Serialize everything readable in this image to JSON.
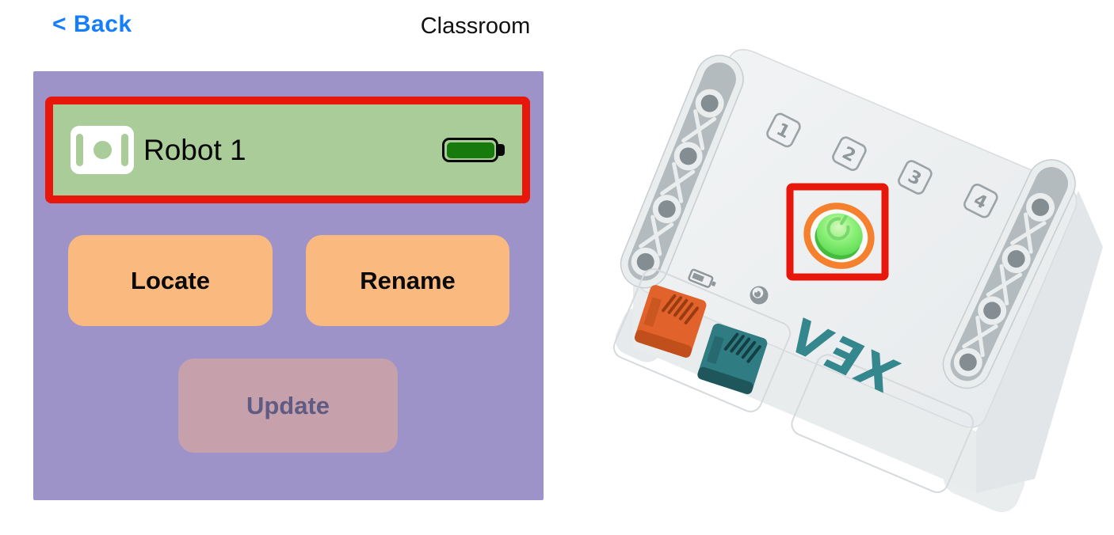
{
  "header": {
    "back_label": "< Back",
    "title": "Classroom"
  },
  "panel": {
    "robot_row": {
      "name": "Robot 1",
      "battery_level": "full",
      "selected_highlight": "red-outline"
    },
    "buttons": [
      {
        "label": "Locate",
        "enabled": true
      },
      {
        "label": "Rename",
        "enabled": true
      },
      {
        "label": "Update",
        "enabled": false
      }
    ]
  },
  "illustration": {
    "port_labels": [
      "1",
      "2",
      "3",
      "4"
    ],
    "logo_text": "VƎX",
    "highlighted_control": "power-button-red-outline"
  },
  "colors": {
    "back_blue": "#147efb",
    "purple_panel": "#9e93c9",
    "green_row": "#a9cc99",
    "highlight_red": "#e8170c",
    "orange_button": "#f9b97f",
    "disabled_button": "#c6a1ac",
    "disabled_text": "#5f5b82",
    "battery_green": "#177a0c",
    "port_orange": "#e2622b",
    "port_teal": "#2f7c82",
    "logo_teal": "#35878e",
    "power_ring_orange": "#f5812f",
    "power_green": "#6ee25b"
  }
}
